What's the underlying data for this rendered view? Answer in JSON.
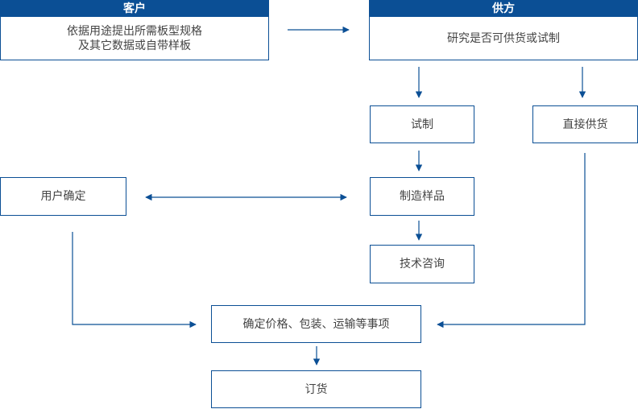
{
  "colors": {
    "accent": "#0b4f95",
    "text": "#444444",
    "background": "#ffffff"
  },
  "customer": {
    "title": "客户",
    "text_line1": "依据用途提出所需板型规格",
    "text_line2": "及其它数据或自带样板"
  },
  "supplier": {
    "title": "供方",
    "text": "研究是否可供货或试制"
  },
  "nodes": {
    "trial": "试制",
    "direct_supply": "直接供货",
    "user_confirm": "用户确定",
    "sample": "制造样品",
    "consult": "技术咨询",
    "confirm_terms": "确定价格、包装、运输等事项",
    "order": "订货"
  }
}
